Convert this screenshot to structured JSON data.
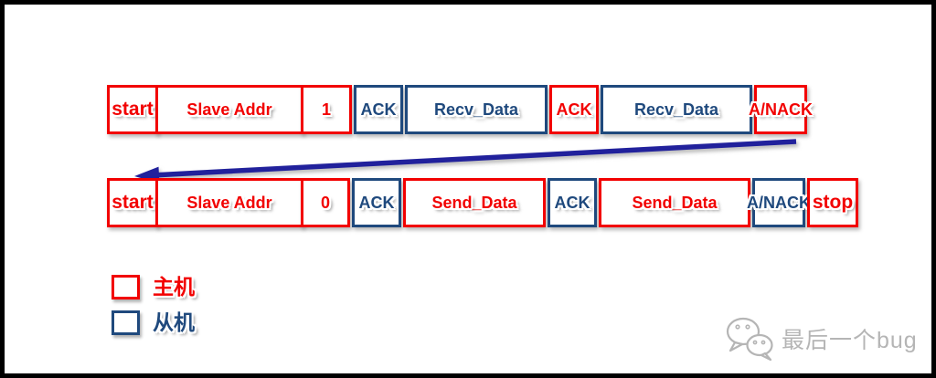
{
  "colors": {
    "master": "#F20000",
    "slave": "#1F497D",
    "arrow": "#21219C",
    "watermark": "#B5B5B5"
  },
  "rows": [
    {
      "name": "receive-frame",
      "cells": [
        {
          "label": "start",
          "owner": "master"
        },
        {
          "label": "Slave Addr",
          "owner": "master"
        },
        {
          "label": "1",
          "owner": "master"
        },
        {
          "label": "ACK",
          "owner": "slave"
        },
        {
          "label": "Recv_Data",
          "owner": "slave"
        },
        {
          "label": "ACK",
          "owner": "master"
        },
        {
          "label": "Recv_Data",
          "owner": "slave"
        },
        {
          "label": "A/NACK",
          "owner": "master"
        }
      ]
    },
    {
      "name": "send-frame",
      "cells": [
        {
          "label": "start",
          "owner": "master"
        },
        {
          "label": "Slave Addr",
          "owner": "master"
        },
        {
          "label": "0",
          "owner": "master"
        },
        {
          "label": "ACK",
          "owner": "slave"
        },
        {
          "label": "Send_Data",
          "owner": "master"
        },
        {
          "label": "ACK",
          "owner": "slave"
        },
        {
          "label": "Send_Data",
          "owner": "master"
        },
        {
          "label": "A/NACK",
          "owner": "slave"
        },
        {
          "label": "stop",
          "owner": "master"
        }
      ]
    }
  ],
  "legend": {
    "items": [
      {
        "label": "主机",
        "owner": "master"
      },
      {
        "label": "从机",
        "owner": "slave"
      }
    ]
  },
  "watermark": {
    "text": "最后一个bug"
  }
}
